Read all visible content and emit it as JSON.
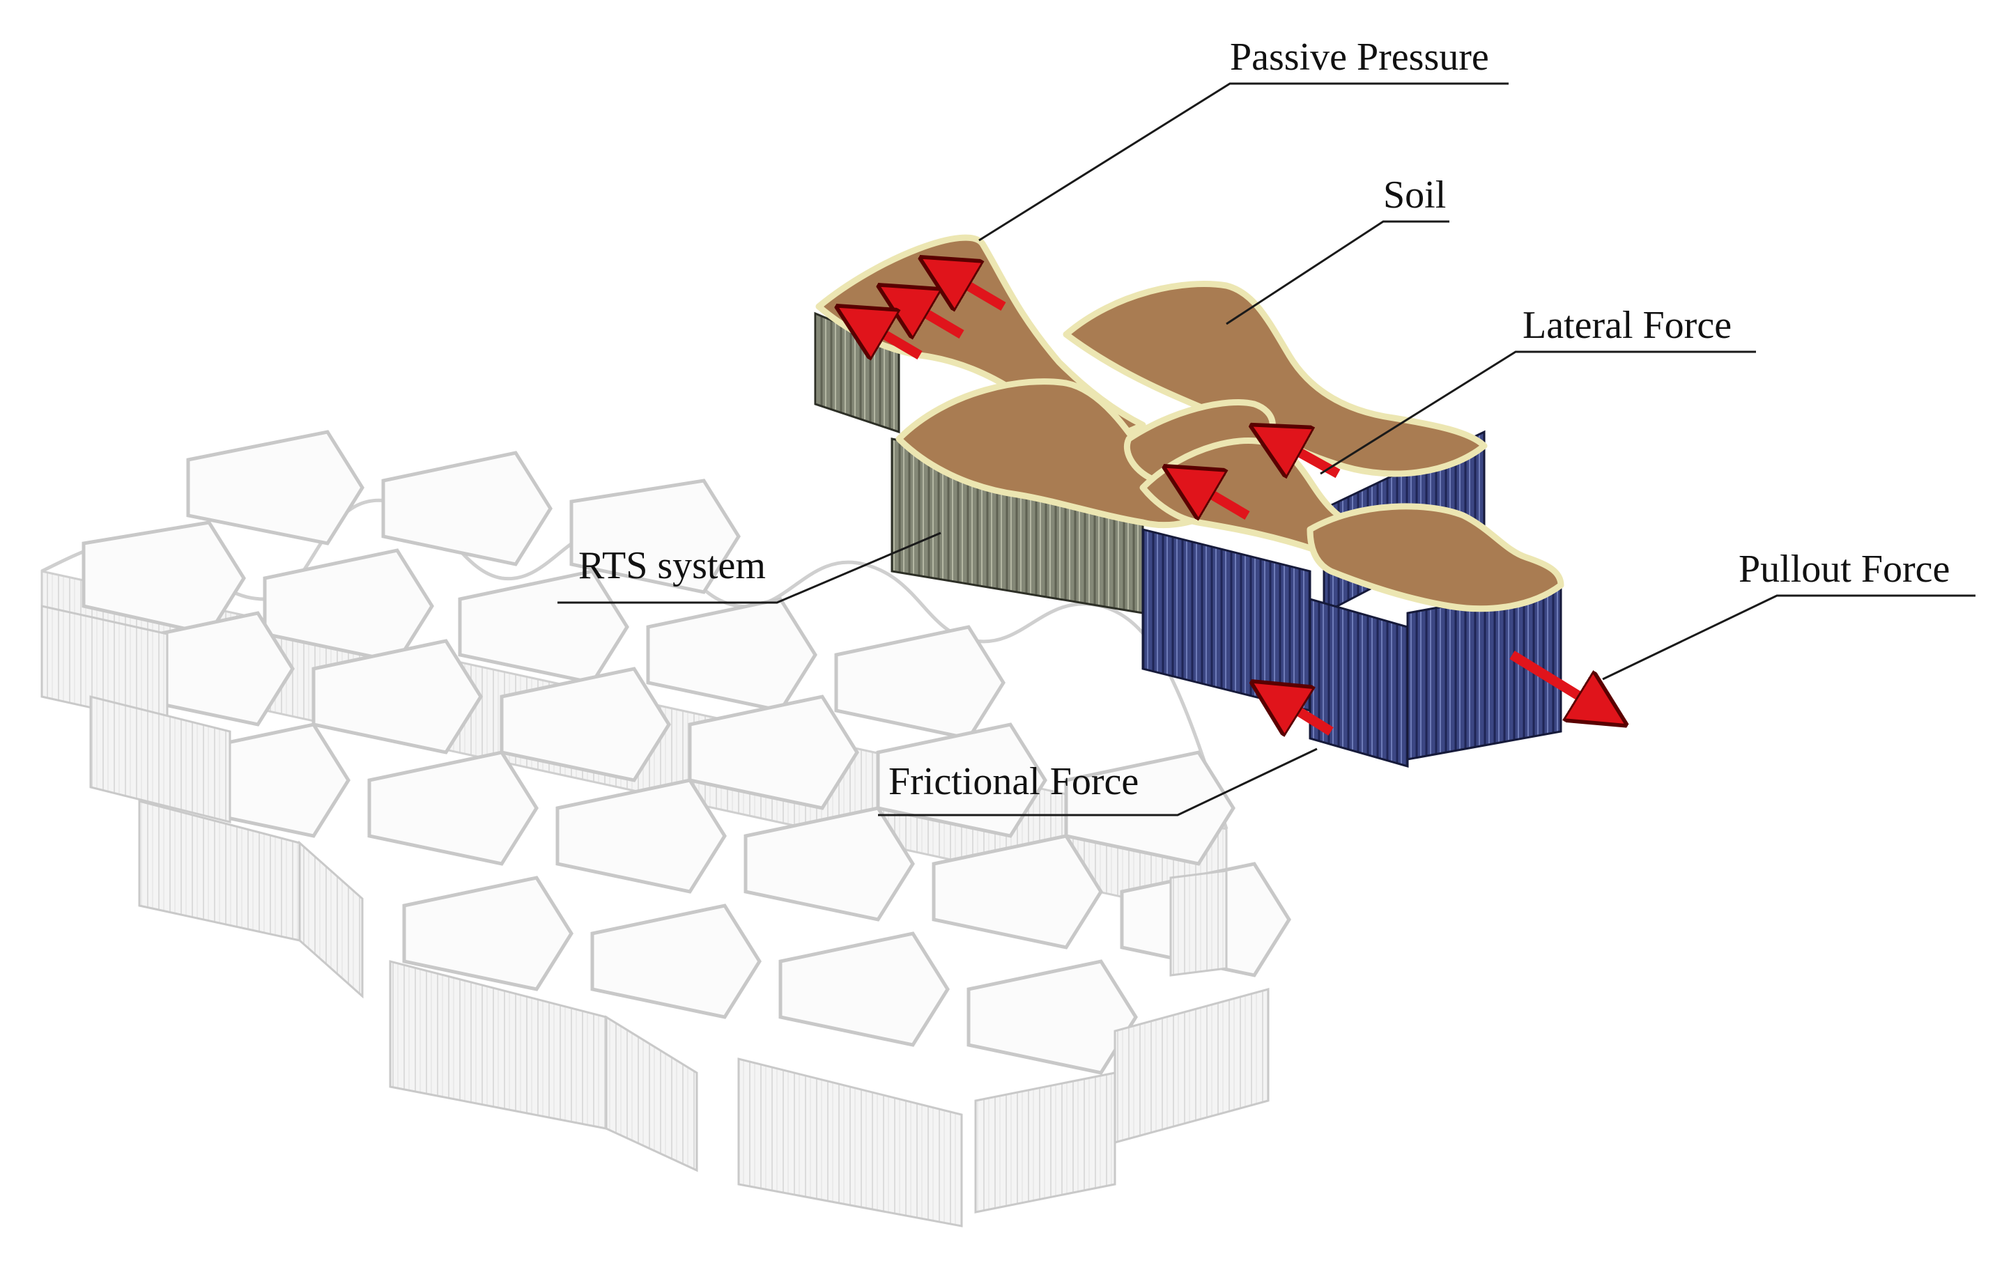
{
  "labels": {
    "passive_pressure": "Passive Pressure",
    "soil": "Soil",
    "lateral_force": "Lateral Force",
    "rts_system": "RTS system",
    "pullout_force": "Pullout Force",
    "frictional_force": "Frictional Force"
  },
  "colors": {
    "soil_fill": "#a97c52",
    "grid_wall": "#f3f3f3",
    "grid_edge": "#c9c9c9",
    "wall_grey": "#7d806e",
    "wall_blue": "#3a4580",
    "rim": "#ece6b2",
    "arrow": "#e0141b"
  }
}
